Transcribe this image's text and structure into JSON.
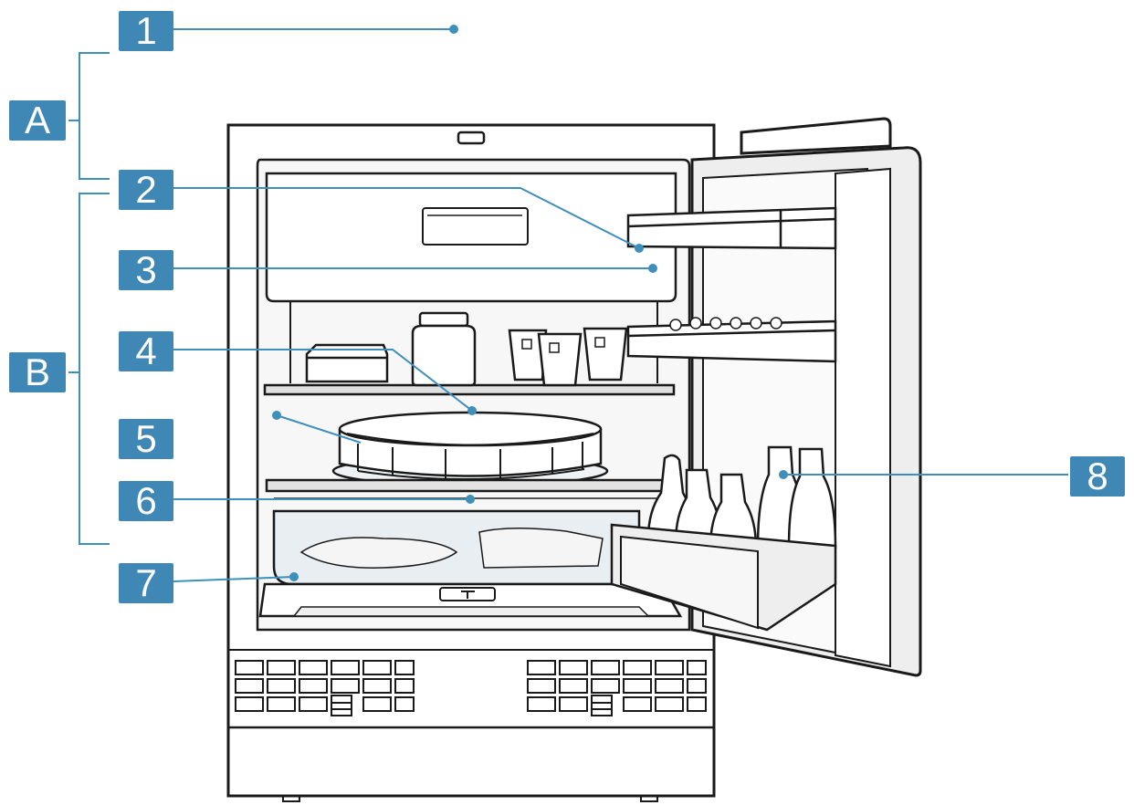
{
  "callouts": {
    "c1": "1",
    "c2": "2",
    "c3": "3",
    "c4": "4",
    "c5": "5",
    "c6": "6",
    "c7": "7",
    "c8": "8"
  },
  "groups": {
    "a": "A",
    "b": "B"
  },
  "colors": {
    "callout_bg": "#3f87b5",
    "leader": "#3f8fbb",
    "outline": "#1a1a1a",
    "interior": "#f7f7f7",
    "door": "#eeeeee",
    "glass": "#e9eef2"
  }
}
